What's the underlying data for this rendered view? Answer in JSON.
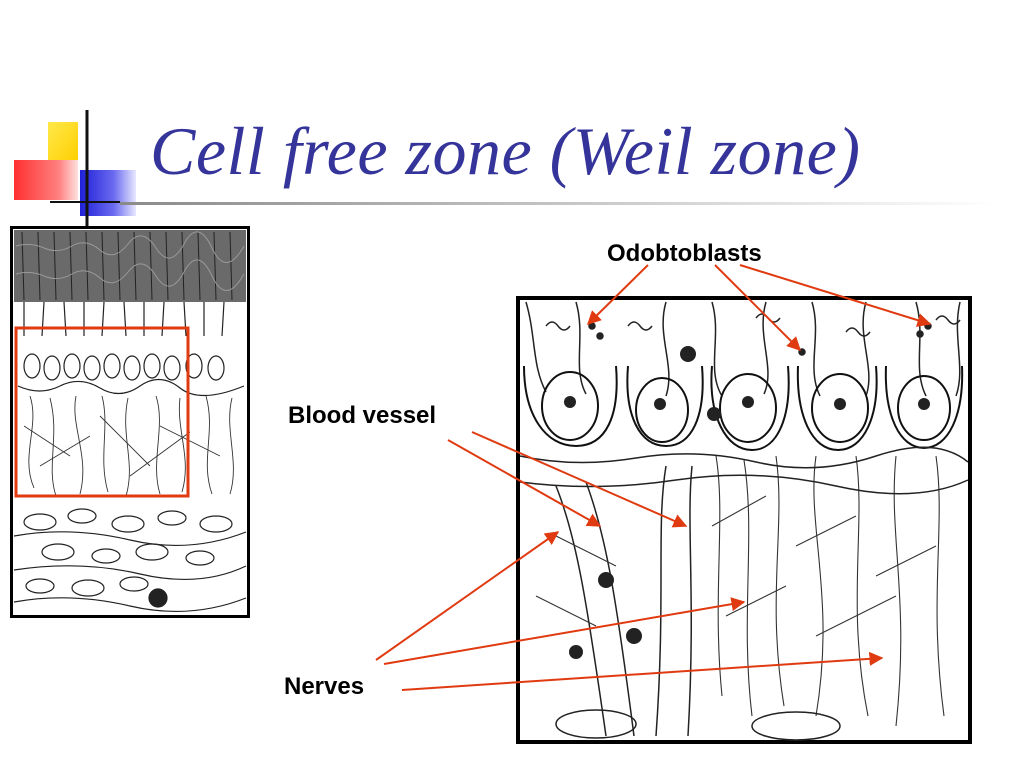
{
  "slide": {
    "title": "Cell free zone (Weil zone)"
  },
  "labels": {
    "odontoblasts": "Odobtoblasts",
    "blood_vessel": "Blood vessel",
    "nerves": "Nerves"
  },
  "colors": {
    "title": "#34349a",
    "arrow": "#e03a10",
    "highlight_box": "#e03a10",
    "deco_yellow": "#ffd800",
    "deco_red": "#ff3b3b",
    "deco_blue": "#3030e0"
  }
}
